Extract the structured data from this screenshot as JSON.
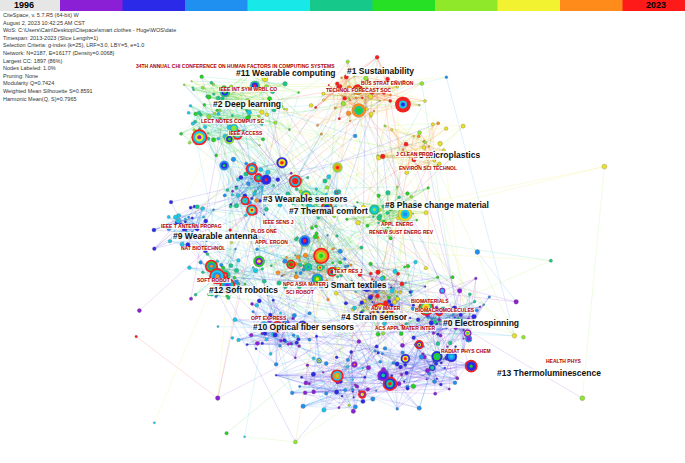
{
  "diagram": {
    "labels": [
      "1996",
      "2023",
      "CiteSpace, v. 5.7.R5 (64-bit) W",
      "August 2, 2023 10:42:25 AM CST",
      "WoS: C:\\Users\\Cairi\\Desktop\\Citepace\\smart clothes - Huge\\WOS\\date",
      "Timespan: 2013-2023 (Slice Length=1)",
      "Selection Criteria: g-index (k=25), LRF=3.0, LBY=5, e=1.0",
      "Network: N=2187, E=16177 (Density=0.0068)",
      "Largest CC: 1897 (86%)",
      "Nodes Labeled: 1.0%",
      "Pruning: None",
      "Modularity Q=0.7424",
      "Weighted Mean Silhouette S=0.8591",
      "Harmonic Mean(Q, S)=0.7965",
      "#11 Wearable computing",
      "#1 Sustainability",
      "#2 Deep learning",
      "#5 Microplastics",
      "#3 Wearable sensors",
      "#7 Thermal comfort",
      "#8 Phase change material",
      "#9 Wearable antenna",
      "#12 Soft robotics",
      "#6 Smart textiles",
      "#0 Electrospinning",
      "#4 Strain sensor",
      "#10 Optical fiber sensors",
      "#13 Thermoluminescence",
      "34TH ANNUAL CHI CONFERENCE ON HUMAN FACTORS IN COMPUTING SYSTEMS",
      "IEEE INT SYM WRBL CO",
      "LECT NOTES COMPUT SC",
      "IEEE ACCESS",
      "BUS STRAT ENVIRON",
      "TECHNOL FORECAST SOC",
      "J CLEAN PROD",
      "ENVIRON SCI TECHNOL",
      "IEEE SENS J",
      "APPL ENERG",
      "RENEW SUST ENERG REV",
      "PLOS ONE",
      "APPL ERGON",
      "IEEE T ANTENN PROPAG",
      "NAT BIOTECHNOL",
      "SOFT ROBOT",
      "TEXT RES J",
      "NPG ASIA MATER",
      "SCI ROBOT",
      "OPT EXPRESS",
      "ADV MATER",
      "BIOMATERIALS",
      "BIOMACROMOLECULES",
      "ACS APPL MATER INTER",
      "RADIAT PHYS CHEM",
      "HEALTH PHYS"
    ]
  }
}
